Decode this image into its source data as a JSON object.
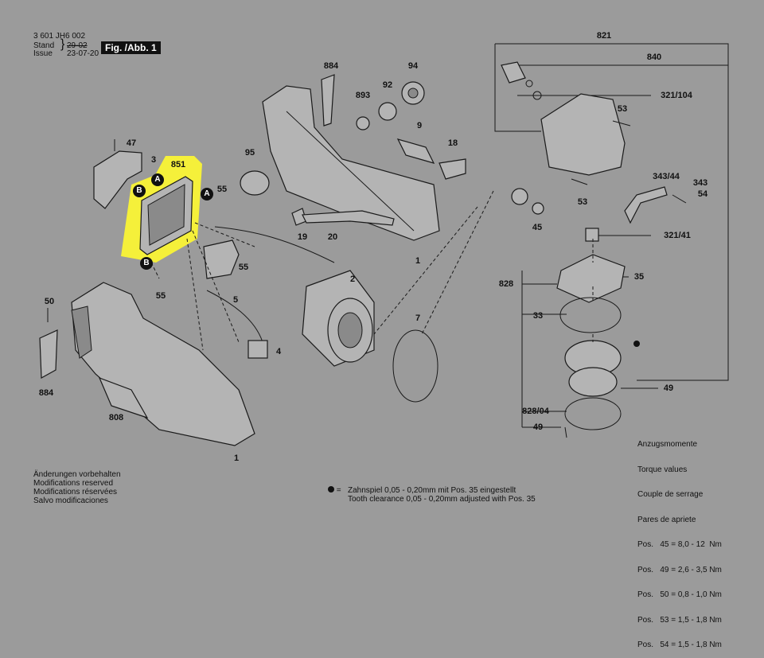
{
  "header": {
    "part_number": "3 601 JH6 002",
    "stand_label": "Stand",
    "issue_label": "Issue",
    "old_date": "29-02",
    "date": "23-07-20",
    "figure": "Fig. /Abb. 1"
  },
  "highlight_color": "#f5f03a",
  "labels": {
    "l884a": "884",
    "l94": "94",
    "l893": "893",
    "l92": "92",
    "l9": "9",
    "l18": "18",
    "l95": "95",
    "l1a": "1",
    "l19": "19",
    "l20": "20",
    "l47": "47",
    "l3": "3",
    "l851": "851",
    "l55a": "55",
    "l55b": "55",
    "l55c": "55",
    "l5": "5",
    "l2": "2",
    "l4": "4",
    "l7": "7",
    "l50": "50",
    "l884b": "884",
    "l808": "808",
    "l1b": "1",
    "l821": "821",
    "l840": "840",
    "l321_104": "321/104",
    "l53a": "53",
    "l343_44": "343/44",
    "l343": "343",
    "l54": "54",
    "l53b": "53",
    "l45": "45",
    "l321_41": "321/41",
    "l35": "35",
    "l828": "828",
    "l33": "33",
    "l49a": "49",
    "l828_04": "828/04",
    "l49b": "49"
  },
  "markers": {
    "a1": "A",
    "b1": "B",
    "a2": "A",
    "b2": "B"
  },
  "notes": {
    "reserved": [
      "Änderungen vorbehalten",
      "Modifications reserved",
      "Modifications réservées",
      "Salvo modificaciones"
    ],
    "clearance_symbol": "=",
    "clearance": [
      "Zahnspiel 0,05 - 0,20mm mit Pos. 35 eingestellt",
      "Tooth clearance 0,05 - 0,20mm adjusted with Pos. 35"
    ],
    "torque": [
      "Anzugsmomente",
      "Torque values",
      "Couple de serrage",
      "Pares de apriete",
      "Pos.   45 = 8,0 - 12  Nm",
      "Pos.   49 = 2,6 - 3,5 Nm",
      "Pos.   50 = 0,8 - 1,0 Nm",
      "Pos.   53 = 1,5 - 1,8 Nm",
      "Pos.   54 = 1,5 - 1,8 Nm"
    ]
  }
}
